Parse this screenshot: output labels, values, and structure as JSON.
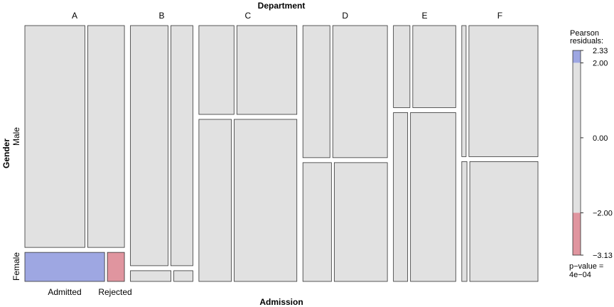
{
  "chart_data": {
    "type": "mosaic",
    "title": "Department",
    "xlabel": "Admission",
    "ylabel": "Gender",
    "departments": [
      "A",
      "B",
      "C",
      "D",
      "E",
      "F"
    ],
    "genders": [
      "Male",
      "Female"
    ],
    "admission_levels": [
      "Admitted",
      "Rejected"
    ],
    "counts": {
      "A": {
        "Male": {
          "Admitted": 512,
          "Rejected": 313
        },
        "Female": {
          "Admitted": 89,
          "Rejected": 19
        }
      },
      "B": {
        "Male": {
          "Admitted": 353,
          "Rejected": 207
        },
        "Female": {
          "Admitted": 17,
          "Rejected": 8
        }
      },
      "C": {
        "Male": {
          "Admitted": 120,
          "Rejected": 205
        },
        "Female": {
          "Admitted": 202,
          "Rejected": 391
        }
      },
      "D": {
        "Male": {
          "Admitted": 138,
          "Rejected": 279
        },
        "Female": {
          "Admitted": 131,
          "Rejected": 244
        }
      },
      "E": {
        "Male": {
          "Admitted": 53,
          "Rejected": 138
        },
        "Female": {
          "Admitted": 94,
          "Rejected": 299
        }
      },
      "F": {
        "Male": {
          "Admitted": 22,
          "Rejected": 351
        },
        "Female": {
          "Admitted": 24,
          "Rejected": 317
        }
      }
    },
    "shaded_cells": [
      {
        "department": "A",
        "gender": "Female",
        "admission": "Admitted",
        "residual_sign": "positive"
      },
      {
        "department": "A",
        "gender": "Female",
        "admission": "Rejected",
        "residual_sign": "negative"
      }
    ],
    "legend": {
      "title_lines": [
        "Pearson",
        "residuals:"
      ],
      "ticks": [
        "2.33",
        "2.00",
        "0.00",
        "−2.00",
        "−3.13"
      ],
      "tick_values": [
        2.33,
        2.0,
        0.0,
        -2.0,
        -3.13
      ],
      "range": [
        -3.13,
        2.33
      ],
      "placement": "right",
      "p_value_lines": [
        "p−value =",
        "4e−04"
      ]
    },
    "colors": {
      "positive": "#9ea7e2",
      "negative": "#e0959f",
      "neutral": "#e1e1e1",
      "border": "#333333"
    }
  }
}
